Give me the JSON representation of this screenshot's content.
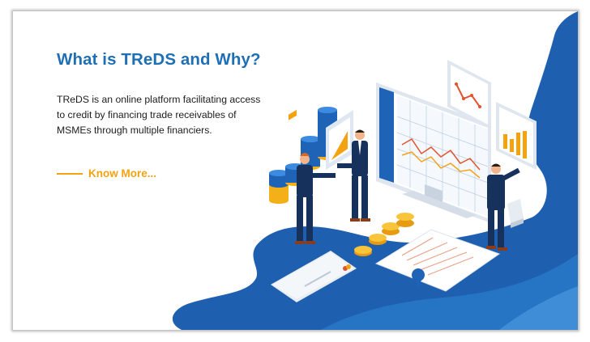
{
  "page": {
    "title": "What is TReDS and Why?",
    "description": "TReDS is an online platform facilitating access to credit by financing trade receivables of MSMEs through multiple financiers.",
    "cta_label": "Know More...",
    "colors": {
      "title": "#1f6fb4",
      "accent": "#f3a212",
      "blob_dark": "#1e5fb0",
      "blob_light": "#2b86d6",
      "text": "#1c1c1c"
    }
  },
  "illustration": {
    "description_icons": [
      "coin-stack-icon",
      "bar-chart-icon",
      "line-chart-icon",
      "monitor-icon",
      "credit-card-icon",
      "certificate-icon",
      "businessman-icon"
    ]
  }
}
